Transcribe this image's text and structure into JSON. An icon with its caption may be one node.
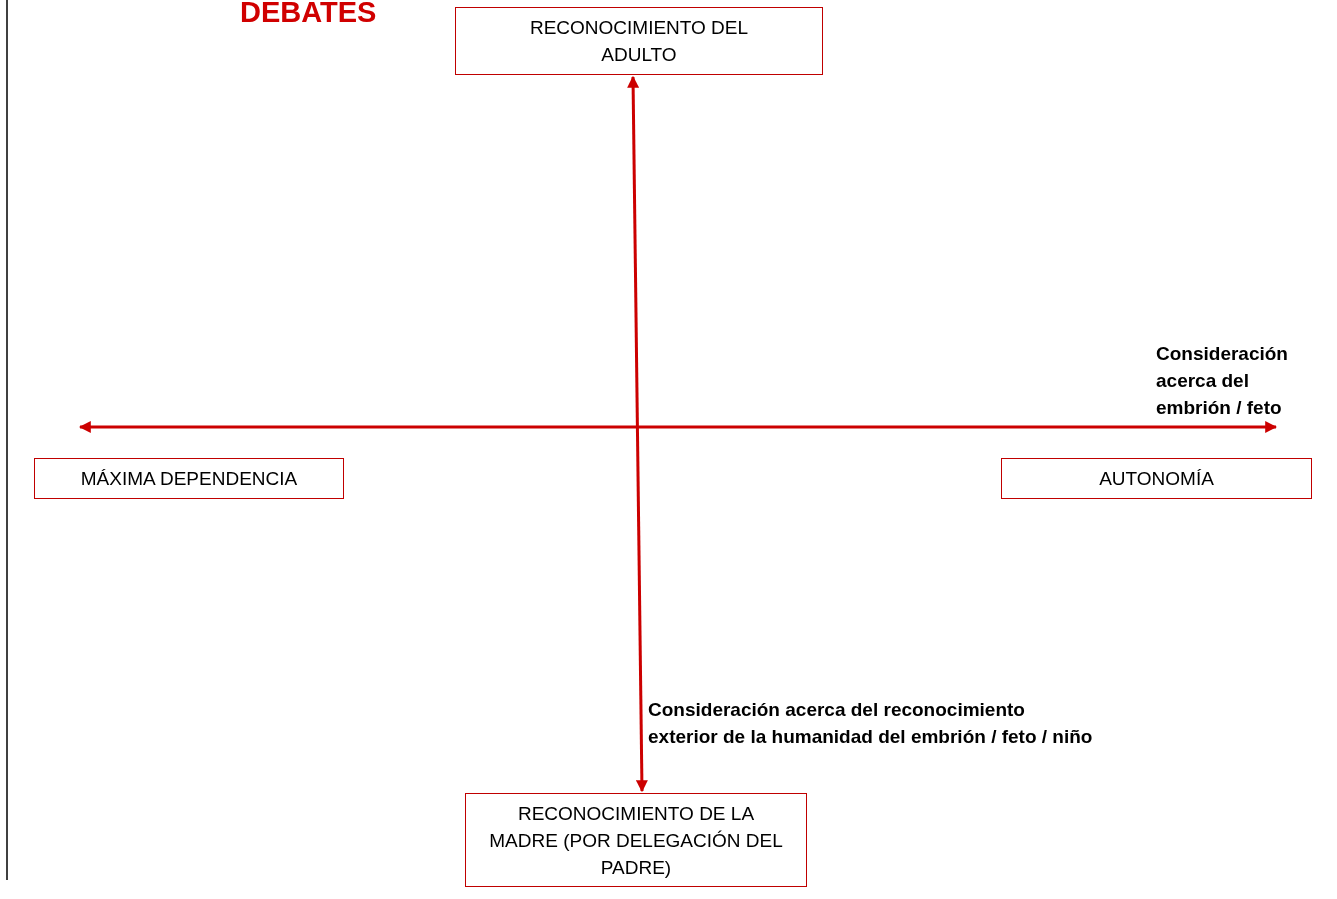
{
  "diagram": {
    "title": "DEBATES",
    "nodes": [
      {
        "text": [
          "RECONOCIMIENTO DEL ADULTO"
        ]
      },
      {
        "text": [
          "MÁXIMA DEPENDENCIA"
        ]
      },
      {
        "text": [
          "AUTONOMÍA"
        ]
      },
      {
        "text": [
          "RECONOCIMIENTO DE LA MADRE (POR DELEGACIÓN DEL PADRE)"
        ]
      }
    ],
    "edges": [
      {
        "from": 0,
        "to": 3,
        "arrow": "both"
      },
      {
        "from": 1,
        "to": 2,
        "arrow": "both"
      }
    ],
    "labels": [
      "Consideración acerca del embrión / feto",
      "Consideración acerca del reconocimiento exterior de la humanidad del embrión / feto / niño"
    ]
  }
}
